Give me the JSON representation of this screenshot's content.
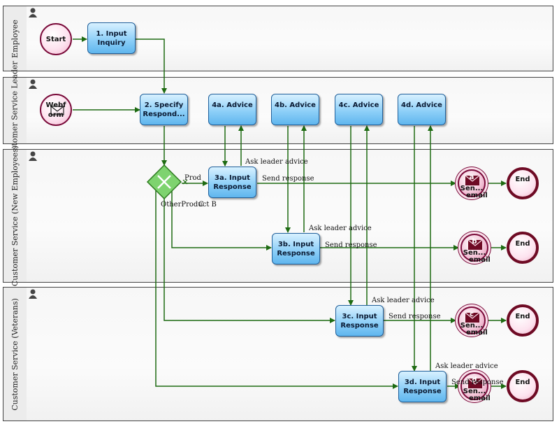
{
  "lanes": [
    {
      "title": "Employee"
    },
    {
      "title": "Customer Service Leader"
    },
    {
      "title": "Customer Service (New Employees)"
    },
    {
      "title": "Customer Service (Veterans)"
    }
  ],
  "events": {
    "start": "Start",
    "webform_line1": "Webf",
    "webform_line2": "orm",
    "end": "End"
  },
  "tasks": {
    "t1": "1. Input Inquiry",
    "t2": "2. Specify Respond...",
    "a4": "4a. Advice",
    "b4": "4b. Advice",
    "c4": "4c. Advice",
    "d4": "4d. Advice",
    "r3a": "3a. Input Response",
    "r3b": "3b. Input Response",
    "r3c": "3c. Input Response",
    "r3d": "3d. Input Response"
  },
  "send_events": {
    "a": {
      "letter": "a",
      "line1": "Sen...",
      "line2": "email"
    },
    "b": {
      "letter": "b",
      "line1": "Sen...",
      "line2": "email"
    },
    "c": {
      "letter": "c",
      "line1": "Sen...",
      "line2": "email"
    },
    "d": {
      "letter": "d",
      "line1": "Sen...",
      "line2": "email"
    }
  },
  "flow_labels": {
    "ask_leader_advice": "Ask leader advice",
    "send_response": "Send response",
    "gw_product_a": "Prod",
    "gw_overlap": "OtherProduct B",
    "gw_product_c": "C"
  },
  "colors": {
    "flow": "#1e6b12",
    "task_border": "#1f5f9a",
    "event_border": "#7a0b3a",
    "gateway_fill": "#7ed36f"
  }
}
